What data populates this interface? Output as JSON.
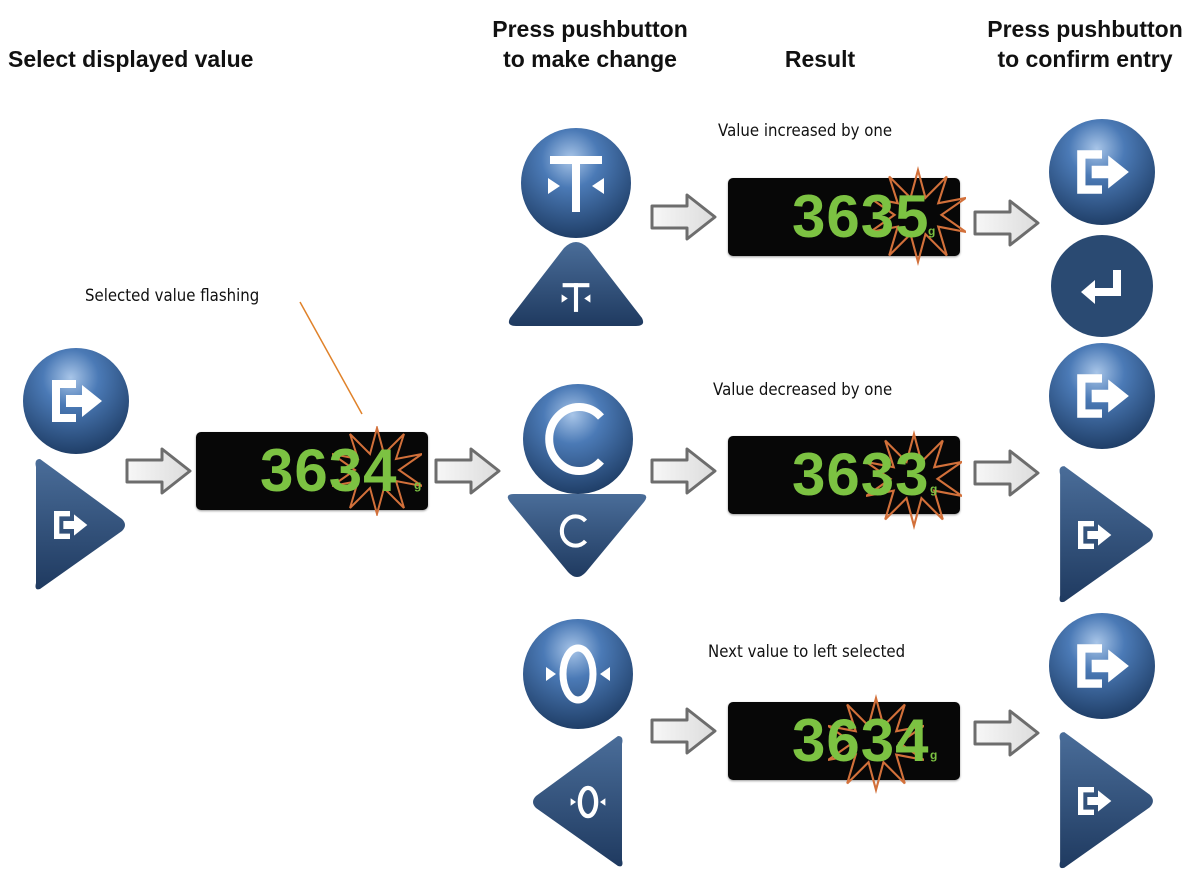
{
  "headers": {
    "select": "Select displayed value",
    "press_change": [
      "Press pushbutton",
      "to make change"
    ],
    "result": "Result",
    "press_confirm": [
      "Press pushbutton",
      "to confirm entry"
    ]
  },
  "annotations": {
    "flashing": "Selected value flashing",
    "increased": "Value increased by one",
    "decreased": "Value decreased by one",
    "next_left": "Next value to left selected"
  },
  "displays": {
    "initial": {
      "value": "3634",
      "unit": "g"
    },
    "increased": {
      "value": "3635",
      "unit": "g"
    },
    "decreased": {
      "value": "3633",
      "unit": "g"
    },
    "next_left": {
      "value": "3634",
      "unit": "g"
    }
  },
  "colors": {
    "button_blue": "#2d5586",
    "digit_green": "#7cc242",
    "flash_star": "#d2703a",
    "leader_line": "#e0822a"
  },
  "icons": {
    "enter": "enter-arrow-icon",
    "tare": "tare-icon",
    "clear": "clear-icon",
    "zero": "zero-icon",
    "return": "return-icon"
  }
}
